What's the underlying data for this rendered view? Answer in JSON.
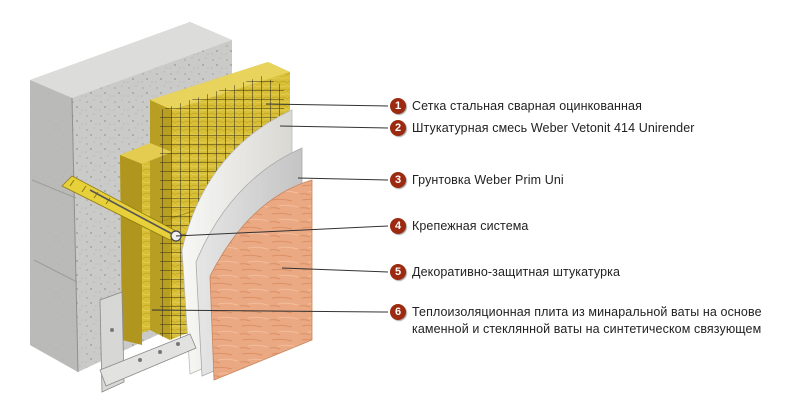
{
  "colors": {
    "badge": "#9c2a10",
    "leader": "#333333",
    "masonry": "#c9c9c7",
    "mineral_wool": "#d9c23a",
    "plaster_white": "#ecebe7",
    "primer_grey": "#d6d6d6",
    "decor_plaster": "#e9a77f"
  },
  "callouts": [
    {
      "number": "1",
      "text": "Сетка стальная сварная оцинкованная"
    },
    {
      "number": "2",
      "text": "Штукатурная смесь Weber Vetonit 414 Unirender"
    },
    {
      "number": "3",
      "text": "Грунтовка Weber Prim Uni"
    },
    {
      "number": "4",
      "text": "Крепежная система"
    },
    {
      "number": "5",
      "text": "Декоративно-защитная штукатурка"
    },
    {
      "number": "6",
      "text": "Теплоизоляционная плита из минаральной ваты на основе",
      "text_line2": "каменной и стеклянной ваты на синтетическом связующем"
    }
  ]
}
